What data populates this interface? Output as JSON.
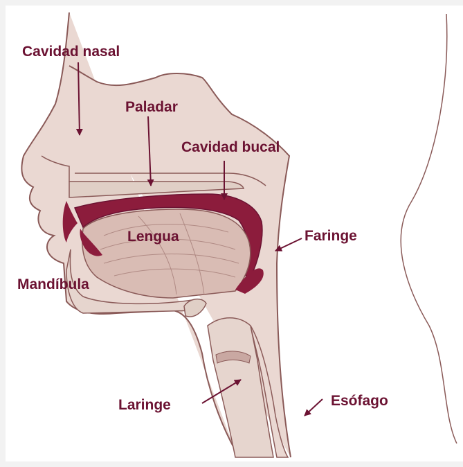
{
  "colors": {
    "label": "#6b1232",
    "outline": "#8a5a58",
    "tissue": "#d9bcb4",
    "tissue_light": "#ead8d2",
    "cavity": "#8c1c3c",
    "background": "#f2f2f2",
    "paper": "#ffffff"
  },
  "labels": {
    "nasal_cavity": "Cavidad nasal",
    "palate": "Paladar",
    "oral_cavity": "Cavidad bucal",
    "tongue": "Lengua",
    "pharynx": "Faringe",
    "mandible": "Mandíbula",
    "larynx": "Laringe",
    "esophagus": "Esófago"
  }
}
